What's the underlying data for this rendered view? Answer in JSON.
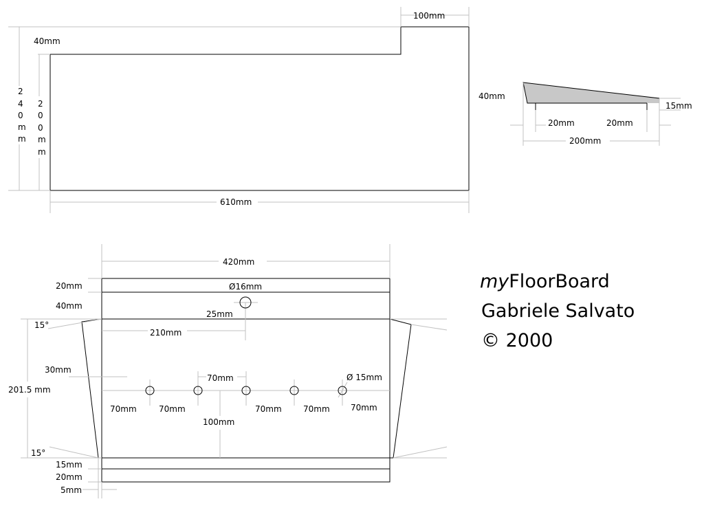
{
  "colors": {
    "outline": "#000000",
    "dimension_line": "#c0c0c0",
    "profile_fill": "#c8c8c8",
    "background": "#ffffff"
  },
  "side_view": {
    "top_width": "100mm",
    "step_height": "40mm",
    "total_height_chars": [
      "2",
      "4",
      "0",
      "m",
      "m"
    ],
    "body_height_chars": [
      "2",
      "0",
      "0",
      "m",
      "m"
    ],
    "length": "610mm"
  },
  "profile_view": {
    "height": "40mm",
    "end_height": "15mm",
    "left_foot": "20mm",
    "right_foot": "20mm",
    "width": "200mm"
  },
  "top_view": {
    "width": "420mm",
    "top_band": "20mm",
    "second_band": "40mm",
    "hole_diameter": "Ø16mm",
    "hole_offset": "25mm",
    "center_offset": "210mm",
    "angle_top": "15°",
    "angle_bottom": "15°",
    "side_inset": "30mm",
    "height": "201.5 mm",
    "spacing_top": "70mm",
    "small_hole_diameter": "Ø 15mm",
    "spacings_row": [
      "70mm",
      "70mm",
      "70mm",
      "70mm",
      "70mm"
    ],
    "row_height": "100mm",
    "bottom_band_1": "15mm",
    "bottom_band_2": "20mm",
    "bottom_offset": "5mm"
  },
  "credits": {
    "title_prefix": "my",
    "title_main": "FloorBoard",
    "author": "Gabriele Salvato",
    "copyright": "© 2000"
  }
}
